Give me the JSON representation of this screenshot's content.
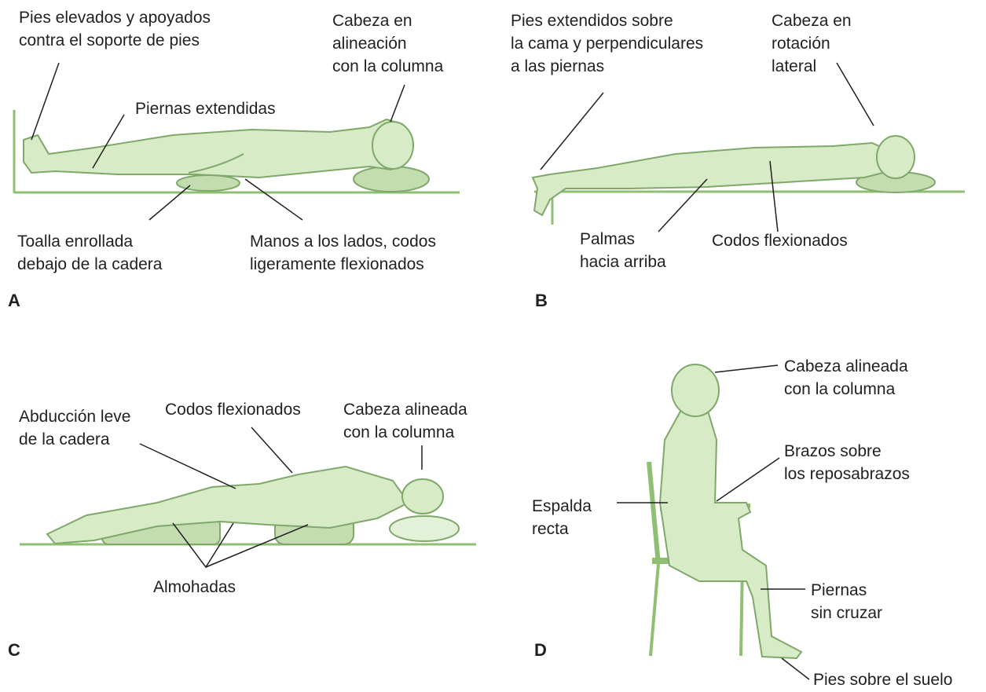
{
  "colors": {
    "figure_fill": "#d6ebc6",
    "figure_stroke": "#7fa86a",
    "floor": "#8fbf72",
    "pillow_fill": "#c3ddb0",
    "leader": "#231f20",
    "text": "#231f20"
  },
  "panels": {
    "a": {
      "letter": "A",
      "labels": {
        "feet": "Pies elevados y apoyados\ncontra el soporte de pies",
        "head": "Cabeza en\nalineación\ncon la columna",
        "legs": "Piernas extendidas",
        "towel": "Toalla enrollada\ndebajo de la cadera",
        "hands": "Manos a los lados, codos\nligeramente flexionados"
      }
    },
    "b": {
      "letter": "B",
      "labels": {
        "feet": "Pies extendidos sobre\nla cama y perpendiculares\na las piernas",
        "head": "Cabeza en\nrotación\nlateral",
        "palms": "Palmas\nhacia arriba",
        "elbows": "Codos flexionados"
      }
    },
    "c": {
      "letter": "C",
      "labels": {
        "hip": "Abducción leve\nde la cadera",
        "elbows": "Codos flexionados",
        "head": "Cabeza alineada\ncon la columna",
        "pillows": "Almohadas"
      }
    },
    "d": {
      "letter": "D",
      "labels": {
        "head": "Cabeza alineada\ncon la columna",
        "arms": "Brazos sobre\nlos reposabrazos",
        "back": "Espalda\nrecta",
        "legs": "Piernas\nsin cruzar",
        "feet": "Pies sobre el suelo"
      }
    }
  }
}
